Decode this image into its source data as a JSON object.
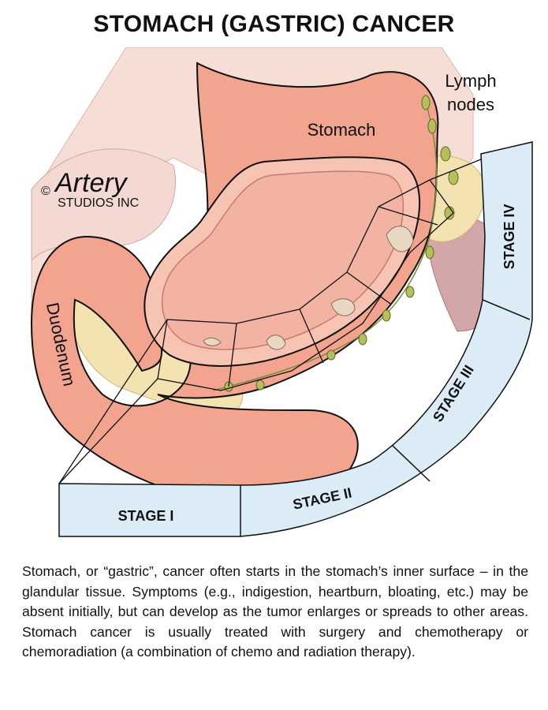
{
  "title": "STOMACH (GASTRIC) CANCER",
  "labels": {
    "stomach": "Stomach",
    "lymph_line1": "Lymph",
    "lymph_line2": "nodes",
    "duodenum": "Duodenum"
  },
  "copyright": {
    "symbol": "©",
    "brand": "Artery",
    "company": "STUDIOS INC"
  },
  "stages": [
    "STAGE I",
    "STAGE II",
    "STAGE III",
    "STAGE IV"
  ],
  "caption": "Stomach, or “gastric”, cancer often starts in the stomach’s inner surface – in the glandular tissue. Symptoms (e.g., indigestion, heartburn, bloating, etc.) may be absent initially, but can develop as the tumor enlarges or spreads to other areas. Stomach cancer is usually treated with surgery and chemotherapy or chemoradiation (a combination of chemo and radiation therapy).",
  "colors": {
    "stomach_outer": "#f2a48f",
    "stomach_inner": "#f7c4b4",
    "stage_band": "#dcecf7",
    "fat": "#f3e3b0",
    "lymph": "#b7bf5a",
    "tumor": "#e8d7c2"
  }
}
